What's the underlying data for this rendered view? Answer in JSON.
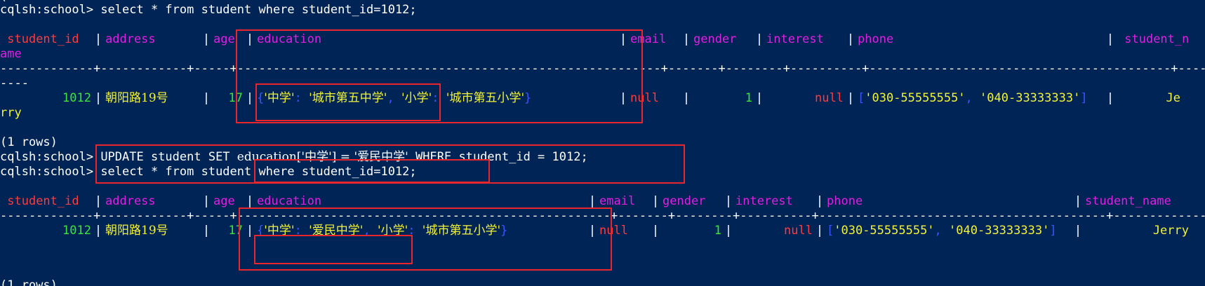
{
  "prompt": "cqlsh:school>",
  "commands": {
    "select1": "select * from student where student_id=1012;",
    "update": "UPDATE student SET",
    "update_expr": "education['中学'] = '爱民中学'",
    "update_tail": "WHERE student_id = 1012;",
    "select2": "select * from student where student_id=1012;"
  },
  "header": {
    "student_id": "student_id",
    "address": "address",
    "age": "age",
    "education": "education",
    "email": "email",
    "gender": "gender",
    "interest": "interest",
    "phone": "phone",
    "student_name_part1": "student_n",
    "student_name_part2": "ame",
    "student_name": "student_name"
  },
  "rule": {
    "line1": "-------------+------------+-----+-----------------------------------------------------------+-------+--------+----------+------------------------------------------+----------",
    "line1_wrap": "----",
    "line2": "-------------+------------+-----+----------------------------------------------------+-------+--------+----------+----------------------------------------+-------------"
  },
  "row_before": {
    "student_id": "1012",
    "address": "朝阳路19号",
    "age": "17",
    "edu_k1": "'中学'",
    "edu_v1": "'城市第五中学'",
    "edu_k2": "'小学'",
    "edu_v2": "'城市第五小学'",
    "email": "null",
    "gender": "1",
    "interest": "null",
    "phone1": "'030-55555555'",
    "phone2": "'040-33333333'",
    "student_name_part1": "Je",
    "student_name_part2": "rry"
  },
  "row_after": {
    "student_id": "1012",
    "address": "朝阳路19号",
    "age": "17",
    "edu_k1": "'中学'",
    "edu_v1": "'爱民中学'",
    "edu_k2": "'小学'",
    "edu_v2": "'城市第五小学'",
    "email": "null",
    "gender": "1",
    "interest": "null",
    "phone1": "'030-55555555'",
    "phone2": "'040-33333333'",
    "student_name": "Jerry"
  },
  "rows_count": "(1 rows)",
  "colors": {
    "background": "#012456",
    "column_key": "#ff3b3b",
    "column_header": "#e020e0",
    "number": "#39e639",
    "string": "#f2f238",
    "bracket": "#3a55ff",
    "highlight_box": "#e8262b"
  }
}
